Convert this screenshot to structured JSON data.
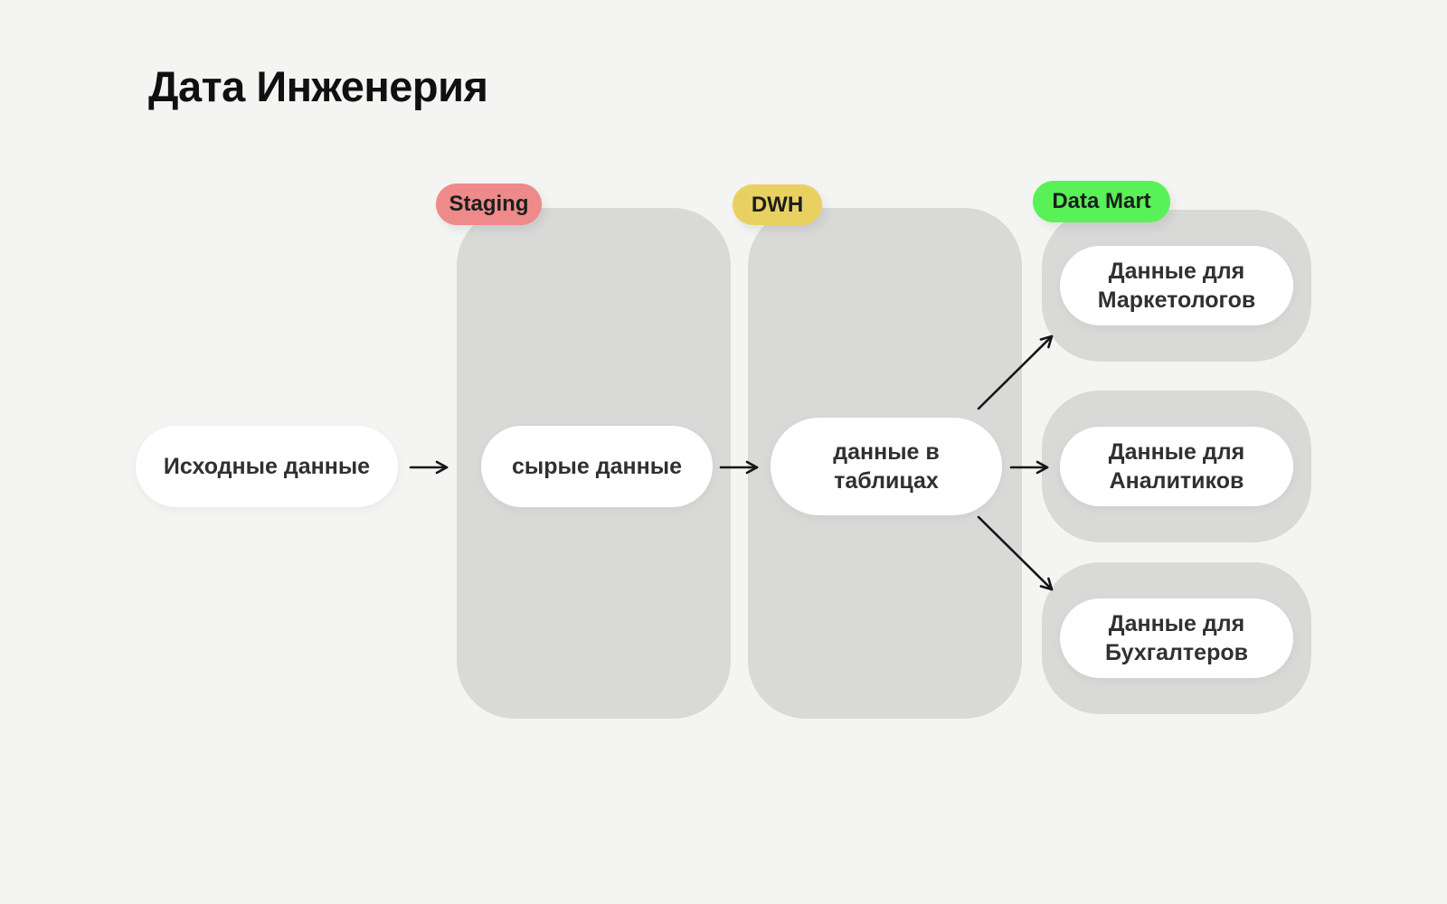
{
  "title": "Дата Инженерия",
  "colors": {
    "background": "#f4f4f2",
    "panel_gray": "#d9d9d8",
    "node_white": "#ffffff",
    "badge_staging": "#ee8a8a",
    "badge_dwh": "#e9d161",
    "badge_datamart": "#58f158",
    "text_dark": "#303030",
    "arrow_black": "#151515"
  },
  "flow": {
    "source": {
      "label": "Исходные данные"
    },
    "staging": {
      "badge": "Staging",
      "node": "сырые данные"
    },
    "dwh": {
      "badge": "DWH",
      "node_line1": "данные в",
      "node_line2": "таблицах"
    },
    "datamart": {
      "badge": "Data Mart",
      "outputs": [
        {
          "line1": "Данные для",
          "line2": "Маркетологов"
        },
        {
          "line1": "Данные для",
          "line2": "Аналитиков"
        },
        {
          "line1": "Данные для",
          "line2": "Бухгалтеров"
        }
      ]
    }
  }
}
